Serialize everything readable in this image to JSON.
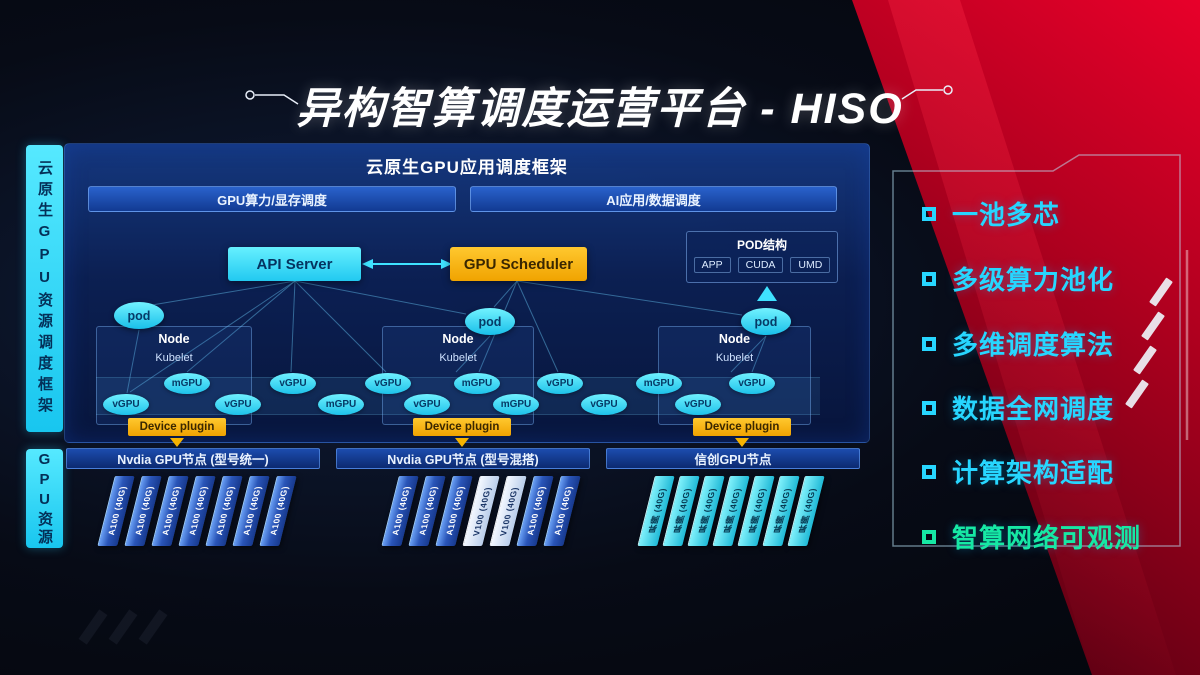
{
  "title": "异构智算调度运营平台 - HISO",
  "sidebar": {
    "framework": "云原生GPU资源调度框架",
    "gpu": "GPU资源"
  },
  "framework": {
    "header": "云原生GPU应用调度框架",
    "scheduling_bars": [
      "GPU算力/显存调度",
      "AI应用/数据调度"
    ],
    "api_server": "API Server",
    "gpu_scheduler": "GPU Scheduler",
    "pod_structure": {
      "title": "POD结构",
      "layers": [
        "APP",
        "CUDA",
        "UMD"
      ]
    },
    "pod_label": "pod",
    "node_label": "Node",
    "kubelet_label": "Kubelet",
    "device_plugin_label": "Device plugin",
    "gpu_ellipses": [
      "vGPU",
      "mGPU",
      "vGPU",
      "vGPU",
      "mGPU",
      "vGPU",
      "vGPU",
      "mGPU",
      "mGPU",
      "vGPU",
      "vGPU",
      "mGPU",
      "vGPU",
      "vGPU"
    ]
  },
  "gpu_resources": {
    "node_types": [
      "Nvdia GPU节点 (型号统一)",
      "Nvdia GPU节点 (型号混搭)",
      "信创GPU节点"
    ],
    "stacks": [
      {
        "cards": [
          {
            "label": "A100 (40G)",
            "variant": "blue"
          },
          {
            "label": "A100 (40G)",
            "variant": "blue"
          },
          {
            "label": "A100 (40G)",
            "variant": "blue"
          },
          {
            "label": "A100 (40G)",
            "variant": "blue"
          },
          {
            "label": "A100 (40G)",
            "variant": "blue"
          },
          {
            "label": "A100 (40G)",
            "variant": "blue"
          },
          {
            "label": "A100 (40G)",
            "variant": "blue"
          }
        ]
      },
      {
        "cards": [
          {
            "label": "A100 (40G)",
            "variant": "blue"
          },
          {
            "label": "A100 (40G)",
            "variant": "blue"
          },
          {
            "label": "A100 (40G)",
            "variant": "blue"
          },
          {
            "label": "V100 (40G)",
            "variant": "light"
          },
          {
            "label": "V100 (40G)",
            "variant": "light"
          },
          {
            "label": "A100 (40G)",
            "variant": "blue"
          },
          {
            "label": "A100 (40G)",
            "variant": "blue"
          }
        ]
      },
      {
        "cards": [
          {
            "label": "昇腾 (40G)",
            "variant": "cyan"
          },
          {
            "label": "昇腾 (40G)",
            "variant": "cyan"
          },
          {
            "label": "昇腾 (40G)",
            "variant": "cyan"
          },
          {
            "label": "昇腾 (40G)",
            "variant": "cyan"
          },
          {
            "label": "昇腾 (40G)",
            "variant": "cyan"
          },
          {
            "label": "昇腾 (40G)",
            "variant": "cyan"
          },
          {
            "label": "昇腾 (40G)",
            "variant": "cyan"
          }
        ]
      }
    ]
  },
  "features": {
    "items": [
      {
        "label": "一池多芯",
        "color": "#27d6ff"
      },
      {
        "label": "多级算力池化",
        "color": "#27d6ff"
      },
      {
        "label": "多维调度算法",
        "color": "#27d6ff"
      },
      {
        "label": "数据全网调度",
        "color": "#27d6ff"
      },
      {
        "label": "计算架构适配",
        "color": "#27d6ff"
      },
      {
        "label": "智算网络可观测",
        "color": "#16e8a4"
      }
    ]
  },
  "colors": {
    "accent_cyan": "#3ae1ff",
    "accent_yellow": "#f8b400",
    "accent_red": "#c30020"
  }
}
